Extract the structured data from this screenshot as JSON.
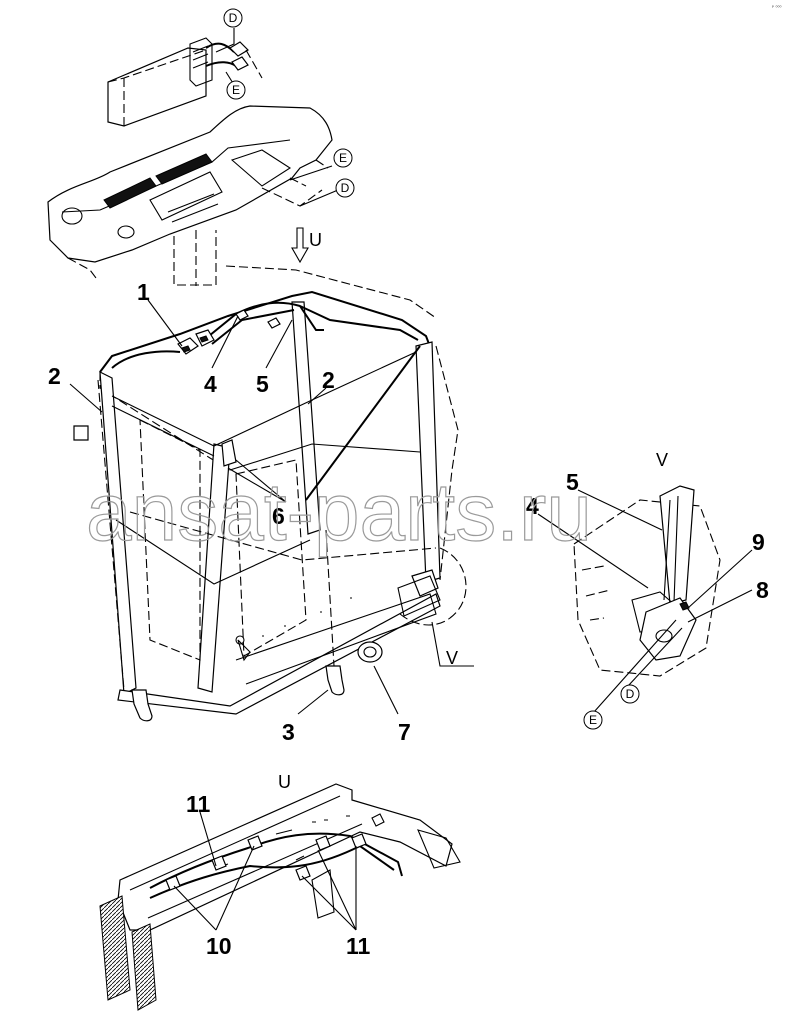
{
  "callouts": {
    "c1": "1",
    "c2a": "2",
    "c2b": "2",
    "c3": "3",
    "c4a": "4",
    "c4b": "4",
    "c5a": "5",
    "c5b": "5",
    "c6": "6",
    "c7": "7",
    "c8": "8",
    "c9": "9",
    "c10": "10",
    "c11a": "11",
    "c11b": "11"
  },
  "view_labels": {
    "u_top": "U",
    "u_bottom": "U",
    "v_main": "V",
    "v_detail": "V"
  },
  "circled_refs": {
    "d1": "D",
    "e1": "E",
    "e2": "E",
    "d2": "D",
    "d3": "D",
    "e3": "E"
  },
  "watermark": "ansat-parts.ru",
  "corner_mark": "ᴾ ⁰⁰⁰"
}
